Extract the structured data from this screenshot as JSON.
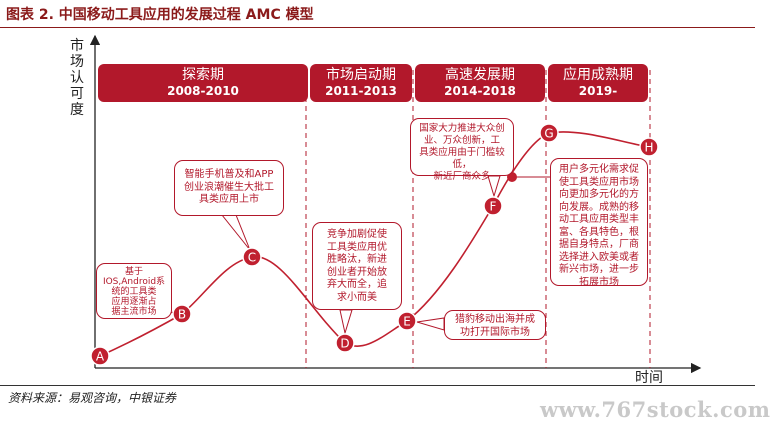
{
  "figure_title": "图表 2. 中国移动工具应用的发展过程 AMC 模型",
  "source": "资料来源：易观咨询，中银证券",
  "watermark": "www.767stock.com",
  "axis": {
    "y_label": [
      "市",
      "场",
      "认",
      "可",
      "度"
    ],
    "x_label": "时间"
  },
  "phases": [
    {
      "name": "探索期",
      "years": "2008-2010"
    },
    {
      "name": "市场启动期",
      "years": "2011-2013"
    },
    {
      "name": "高速发展期",
      "years": "2014-2018"
    },
    {
      "name": "应用成熟期",
      "years": "2019-"
    }
  ],
  "nodes": [
    "A",
    "B",
    "C",
    "D",
    "E",
    "F",
    "G",
    "H"
  ],
  "callouts": {
    "b": [
      "基于",
      "IOS,Android系",
      "统的工具类",
      "应用逐渐占",
      "据主流市场"
    ],
    "c": [
      "智能手机普及和APP",
      "创业浪潮催生大批工",
      "具类应用上市"
    ],
    "d": [
      "竞争加剧促使",
      "工具类应用优",
      "胜略汰，新进",
      "创业者开始放",
      "弃大而全，追",
      "求小而美"
    ],
    "e": [
      "猎豹移动出海并成",
      "功打开国际市场"
    ],
    "f": [
      "国家大力推进大众创",
      "业、万众创新，工",
      "具类应用由于门槛较低，",
      "新近厂商众多"
    ],
    "h": [
      "用户多元化需求促",
      "使工具类应用市场",
      "向更加多元化的方",
      "向发展。成熟的移",
      "动工具应用类型丰",
      "富、各具特色，根",
      "据自身特点，厂商",
      "选择进入欧美或者",
      "新兴市场，进一步",
      "拓展市场"
    ]
  },
  "colors": {
    "accent": "#b2182b",
    "title": "#8b1a1a",
    "curve": "#c0202f"
  }
}
